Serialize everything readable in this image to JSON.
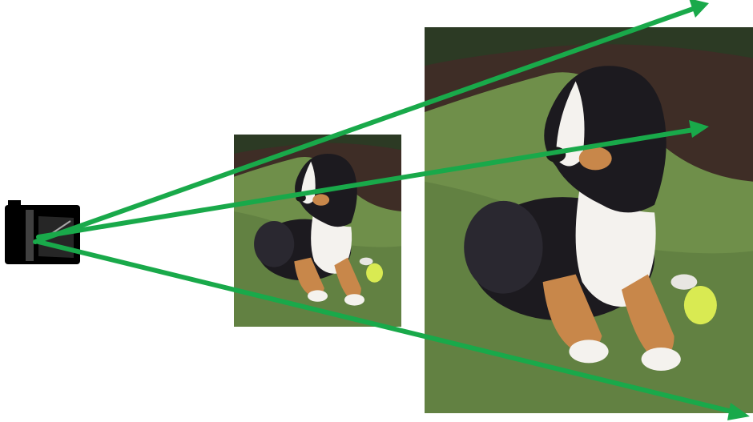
{
  "colors": {
    "arrow": "#19a94a",
    "camera": "#000000",
    "grass": "#6f8f4a",
    "grass_dark": "#56733a",
    "soil": "#3e2d26",
    "fur_black": "#1c1a1f",
    "fur_white": "#f4f2ee",
    "fur_tan": "#c8874a",
    "ball": "#d9ea52"
  },
  "icons": {
    "camera": "camera-icon",
    "small_image": "dog-photo-small",
    "large_image": "dog-photo-large"
  },
  "arrows": {
    "count": 3
  }
}
